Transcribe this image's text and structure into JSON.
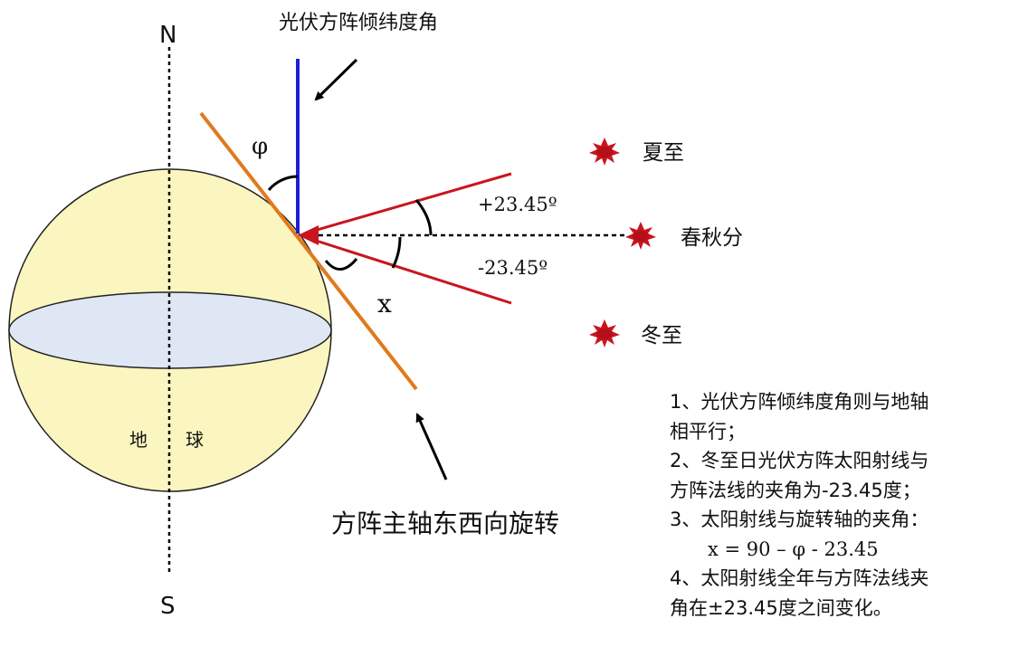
{
  "labels": {
    "north": "N",
    "south": "S",
    "panel_title": "光伏方阵倾纬度角",
    "phi": "φ",
    "plus_angle": "+23.45º",
    "minus_angle": "-23.45º",
    "x": "x",
    "summer": "夏至",
    "equinox": "春秋分",
    "winter": "冬至",
    "earth_left": "地",
    "earth_right": "球",
    "axis_rotation": "方阵主轴东西向旋转"
  },
  "notes": [
    "1、光伏方阵倾纬度角则与地轴",
    "相平行；",
    "2、冬至日光伏方阵太阳射线与",
    "方阵法线的夹角为-23.45度；",
    "3、太阳射线与旋转轴的夹角：",
    "x = 90  –  φ - 23.45",
    "4、太阳射线全年与方阵法线夹",
    "角在±23.45度之间变化。"
  ],
  "colors": {
    "earth_fill": "#fbf5c0",
    "equator_fill": "#dfe7f5",
    "panel_line": "#e07a1c",
    "normal_line": "#1f1fd6",
    "ray_line": "#c8161e",
    "sun": "#c8161e"
  }
}
